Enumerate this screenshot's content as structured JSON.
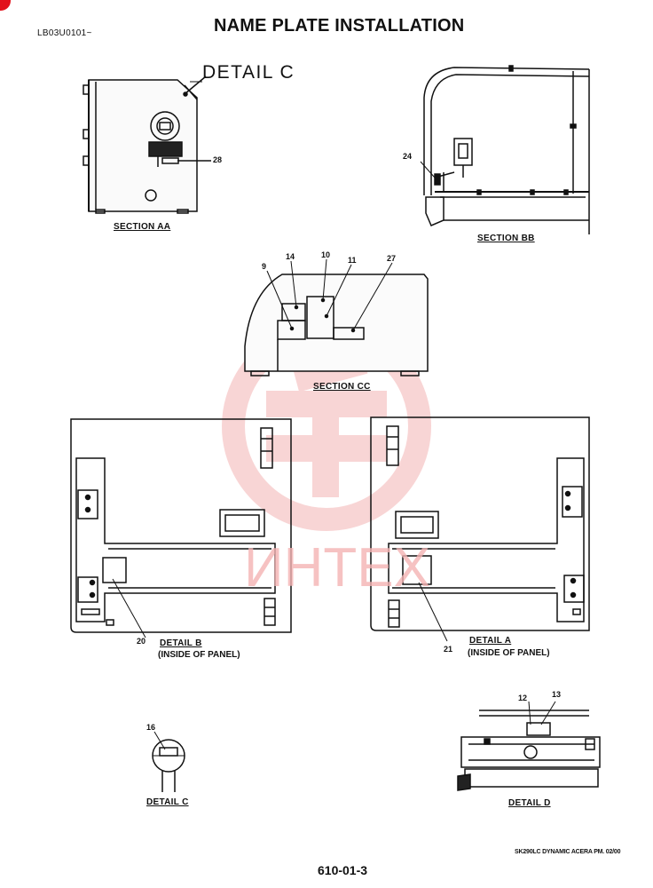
{
  "header": {
    "code": "LB03U0101~",
    "title": "NAME PLATE INSTALLATION"
  },
  "views": {
    "section_aa": {
      "caption": "SECTION AA",
      "callout": "DETAIL  C",
      "labels": [
        "28"
      ]
    },
    "section_bb": {
      "caption": "SECTION BB",
      "labels": [
        "24"
      ]
    },
    "section_cc": {
      "caption": "SECTION CC",
      "labels": [
        "9",
        "14",
        "10",
        "11",
        "27"
      ]
    },
    "detail_b": {
      "caption": "DETAIL  B",
      "subcaption": "(INSIDE OF PANEL)",
      "labels": [
        "20"
      ]
    },
    "detail_a": {
      "caption": "DETAIL  A",
      "subcaption": "(INSIDE OF PANEL)",
      "labels": [
        "21"
      ]
    },
    "detail_c": {
      "caption": "DETAIL  C",
      "labels": [
        "16"
      ]
    },
    "detail_d": {
      "caption": "DETAIL  D",
      "labels": [
        "12",
        "13"
      ]
    }
  },
  "watermark": {
    "text": "ИНТЕХ",
    "color": "#f4b3b3"
  },
  "footer": {
    "model": "SK290LC DYNAMIC ACERA PM. 02/00",
    "page": "610-01-3"
  },
  "colors": {
    "ink": "#111111",
    "accent": "#e2121b"
  }
}
